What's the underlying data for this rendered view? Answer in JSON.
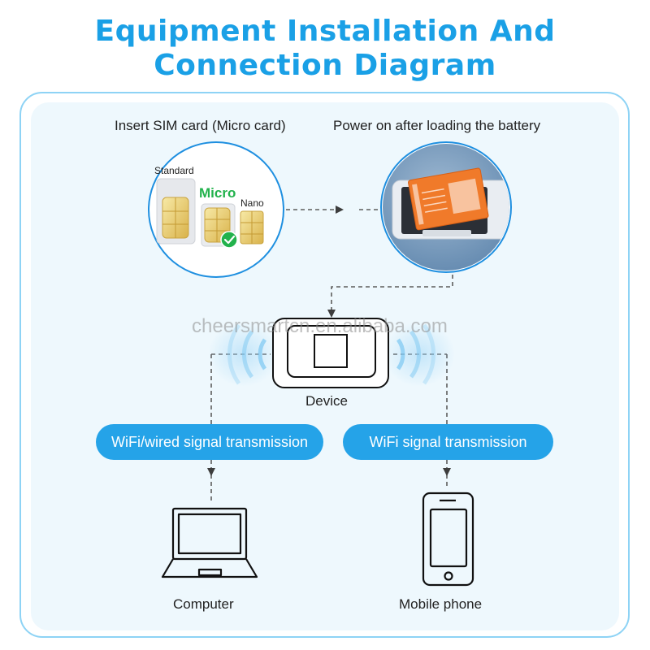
{
  "title": {
    "line1": "Equipment Installation And",
    "line2": "Connection Diagram"
  },
  "steps": {
    "sim_label": "Insert SIM card (Micro card)",
    "battery_label": "Power on after loading the battery"
  },
  "sim_types": {
    "standard": "Standard",
    "micro": "Micro",
    "nano": "Nano"
  },
  "device": {
    "label": "Device"
  },
  "links": {
    "left": "WiFi/wired signal transmission",
    "right": "WiFi signal transmission"
  },
  "endpoints": {
    "computer": "Computer",
    "phone": "Mobile phone"
  },
  "watermark": "cheersmartcn.en.alibaba.com",
  "colors": {
    "accent": "#1aa0e6",
    "pill": "#25a3e8",
    "check": "#22b24c",
    "battery": "#f07a2a"
  }
}
